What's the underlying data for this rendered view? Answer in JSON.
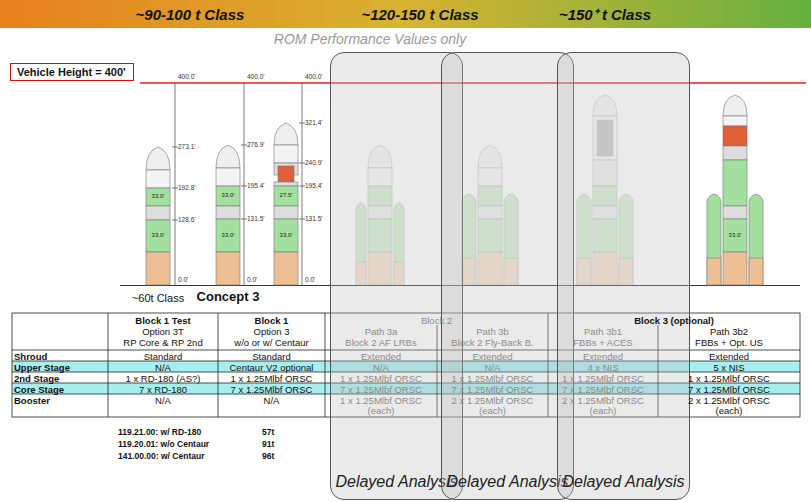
{
  "diagram": {
    "nodes": [
      {
        "text": [
          "Vehicle Height = 400'"
        ]
      },
      {
        "text": [
          "Delayed Analysis"
        ]
      },
      {
        "text": [
          "Delayed Analysis"
        ]
      },
      {
        "text": [
          "Delayed Analysis"
        ]
      }
    ],
    "labels": [
      "~90-100 t Class",
      "~120-150 t Class",
      "~150⁺ t Class",
      "ROM Performance Values only",
      "400.0'",
      "400.0'",
      "400.0'",
      "273.1'",
      "192.8'",
      "128.6'",
      "0.0'",
      "276.9'",
      "195.4'",
      "131.5'",
      "0.0'",
      "321.4'",
      "240.9'",
      "195.4'",
      "131.5'",
      "0.0'",
      "33.0'",
      "33.0'",
      "33.0'",
      "33.0'",
      "27.5'",
      "33.0'",
      "33.0'",
      "~60t Class",
      "Concept 3",
      "Block 1 Test",
      "Option 3T",
      "RP Core & RP 2nd",
      "Block 1",
      "Option 3",
      "w/o or w/ Centaur",
      "Block 2",
      "Path 3a",
      "Block 2 AF LRBs",
      "Path 3b",
      "Block 2 Fly-Back B.",
      "Block 3 (optional)",
      "Path 3b1",
      "FBBs + ACES",
      "Path 3b2",
      "FBBs + Opt. US",
      "Shroud",
      "Standard",
      "Standard",
      "Extended",
      "Extended",
      "Extended",
      "Extended",
      "Upper Stage",
      "N/A",
      "Centaur V2 optional",
      "N/A",
      "N/A",
      "4 x NIS",
      "5 x NIS",
      "2nd Stage",
      "1 x RD-180 (AS?)",
      "1 x 1.25Mlbf ORSC",
      "1 x 1.25Mlbf ORSC",
      "1 x 1.25Mlbf ORSC",
      "1 x 1.25Mlbf ORSC",
      "1 x 1.25Mlbf ORSC",
      "Core Stage",
      "7 x RD-180",
      "7 x 1.25Mlbf ORSC",
      "7 x 1.25Mlbf ORSC",
      "7 x 1.25Mlbf ORSC",
      "7 x 1.25Mlbf ORSC",
      "7 x 1.25Mlbf ORSC",
      "Booster",
      "N/A",
      "N/A",
      "1 x 1.25Mlbf ORSC",
      "(each)",
      "2 x 1.25Mlbf ORSC",
      "(each)",
      "2 x 1.25Mlbf ORSC",
      "(each)",
      "2 x 1.25Mlbf ORSC",
      "(each)",
      "119.21.00: w/ RD-180",
      "57t",
      "119.20.01: w/o Centaur",
      "91t",
      "141.00.00: w/ Centaur",
      "96t"
    ]
  }
}
